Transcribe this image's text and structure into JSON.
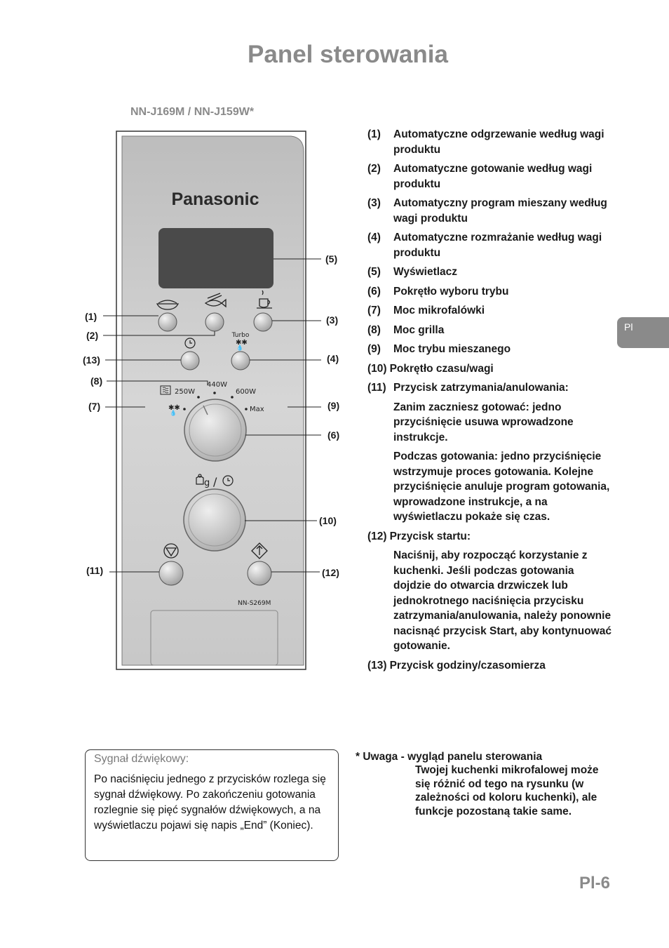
{
  "page": {
    "title": "Panel sterowania",
    "model": "NN-J169M / NN-J159W*",
    "lang_tab": "Pl",
    "page_number": "Pl-6"
  },
  "panel": {
    "brand": "Panasonic",
    "turbo_label": "Turbo",
    "power_250": "250W",
    "power_440": "440W",
    "power_600": "600W",
    "power_max": "Max",
    "weight_unit": "g",
    "slash": "/",
    "model_label": "NN-S269M",
    "colors": {
      "panel": "#b9b9b9",
      "display": "#4a4a4a",
      "frame": "#333333"
    },
    "icons": [
      "reheat-icon",
      "cook-icon",
      "combination-icon",
      "clock-icon",
      "defrost-icon",
      "microwave-icon",
      "grill-icon",
      "weight-icon",
      "stop-icon",
      "start-icon"
    ]
  },
  "callouts": [
    "(1)",
    "(2)",
    "(3)",
    "(4)",
    "(5)",
    "(6)",
    "(7)",
    "(8)",
    "(9)",
    "(10)",
    "(11)",
    "(12)",
    "(13)"
  ],
  "legend": [
    {
      "num": "(1)",
      "text": "Automatyczne odgrzewanie według wagi produktu"
    },
    {
      "num": "(2)",
      "text": "Automatyczne gotowanie według wagi produktu"
    },
    {
      "num": "(3)",
      "text": "Automatyczny program mieszany według wagi produktu"
    },
    {
      "num": "(4)",
      "text": "Automatyczne rozmrażanie według wagi produktu"
    },
    {
      "num": "(5)",
      "text": "Wyświetlacz"
    },
    {
      "num": "(6)",
      "text": "Pokrętło wyboru trybu"
    },
    {
      "num": "(7)",
      "text": "Moc mikrofalówki"
    },
    {
      "num": "(8)",
      "text": "Moc grilla"
    },
    {
      "num": "(9)",
      "text": "Moc trybu mieszanego"
    },
    {
      "num": "(10)",
      "text": "Pokrętło czasu/wagi"
    },
    {
      "num": "(11)",
      "text": "Przycisk zatrzymania/anulowania:"
    },
    {
      "num": "(12)",
      "text": "Przycisk startu:"
    },
    {
      "num": "(13)",
      "text": "Przycisk godziny/czasomierza"
    }
  ],
  "stop_desc": [
    "Zanim zaczniesz gotować: jedno przyciśnięcie usuwa wprowadzone instrukcje.",
    "Podczas gotowania: jedno przyciśnięcie wstrzymuje proces gotowania. Kolejne przyciśnięcie anuluje program gotowania, wprowadzone instrukcje, a na wyświetlaczu pokaże się czas."
  ],
  "start_desc": "Naciśnij, aby rozpocząć korzystanie z kuchenki. Jeśli podczas gotowania dojdzie do otwarcia drzwiczek lub jednokrotnego naciśnięcia przycisku zatrzymania/anulowania, należy ponownie nacisnąć przycisk Start, aby kontynuować gotowanie.",
  "beep": {
    "title": "Sygnał dźwiękowy:",
    "text": "Po naciśnięciu jednego z przycisków rozlega się sygnał dźwiękowy. Po zakończeniu gotowania rozlegnie się pięć sygnałów dźwiękowych, a na wyświetlaczu pojawi się napis „End” (Koniec)."
  },
  "note": {
    "lead": "* Uwaga - wygląd panelu sterowania",
    "rest": "Twojej kuchenki mikrofalowej może się różnić od tego na rysunku (w zależności od koloru kuchenki), ale funkcje pozostaną takie same."
  }
}
